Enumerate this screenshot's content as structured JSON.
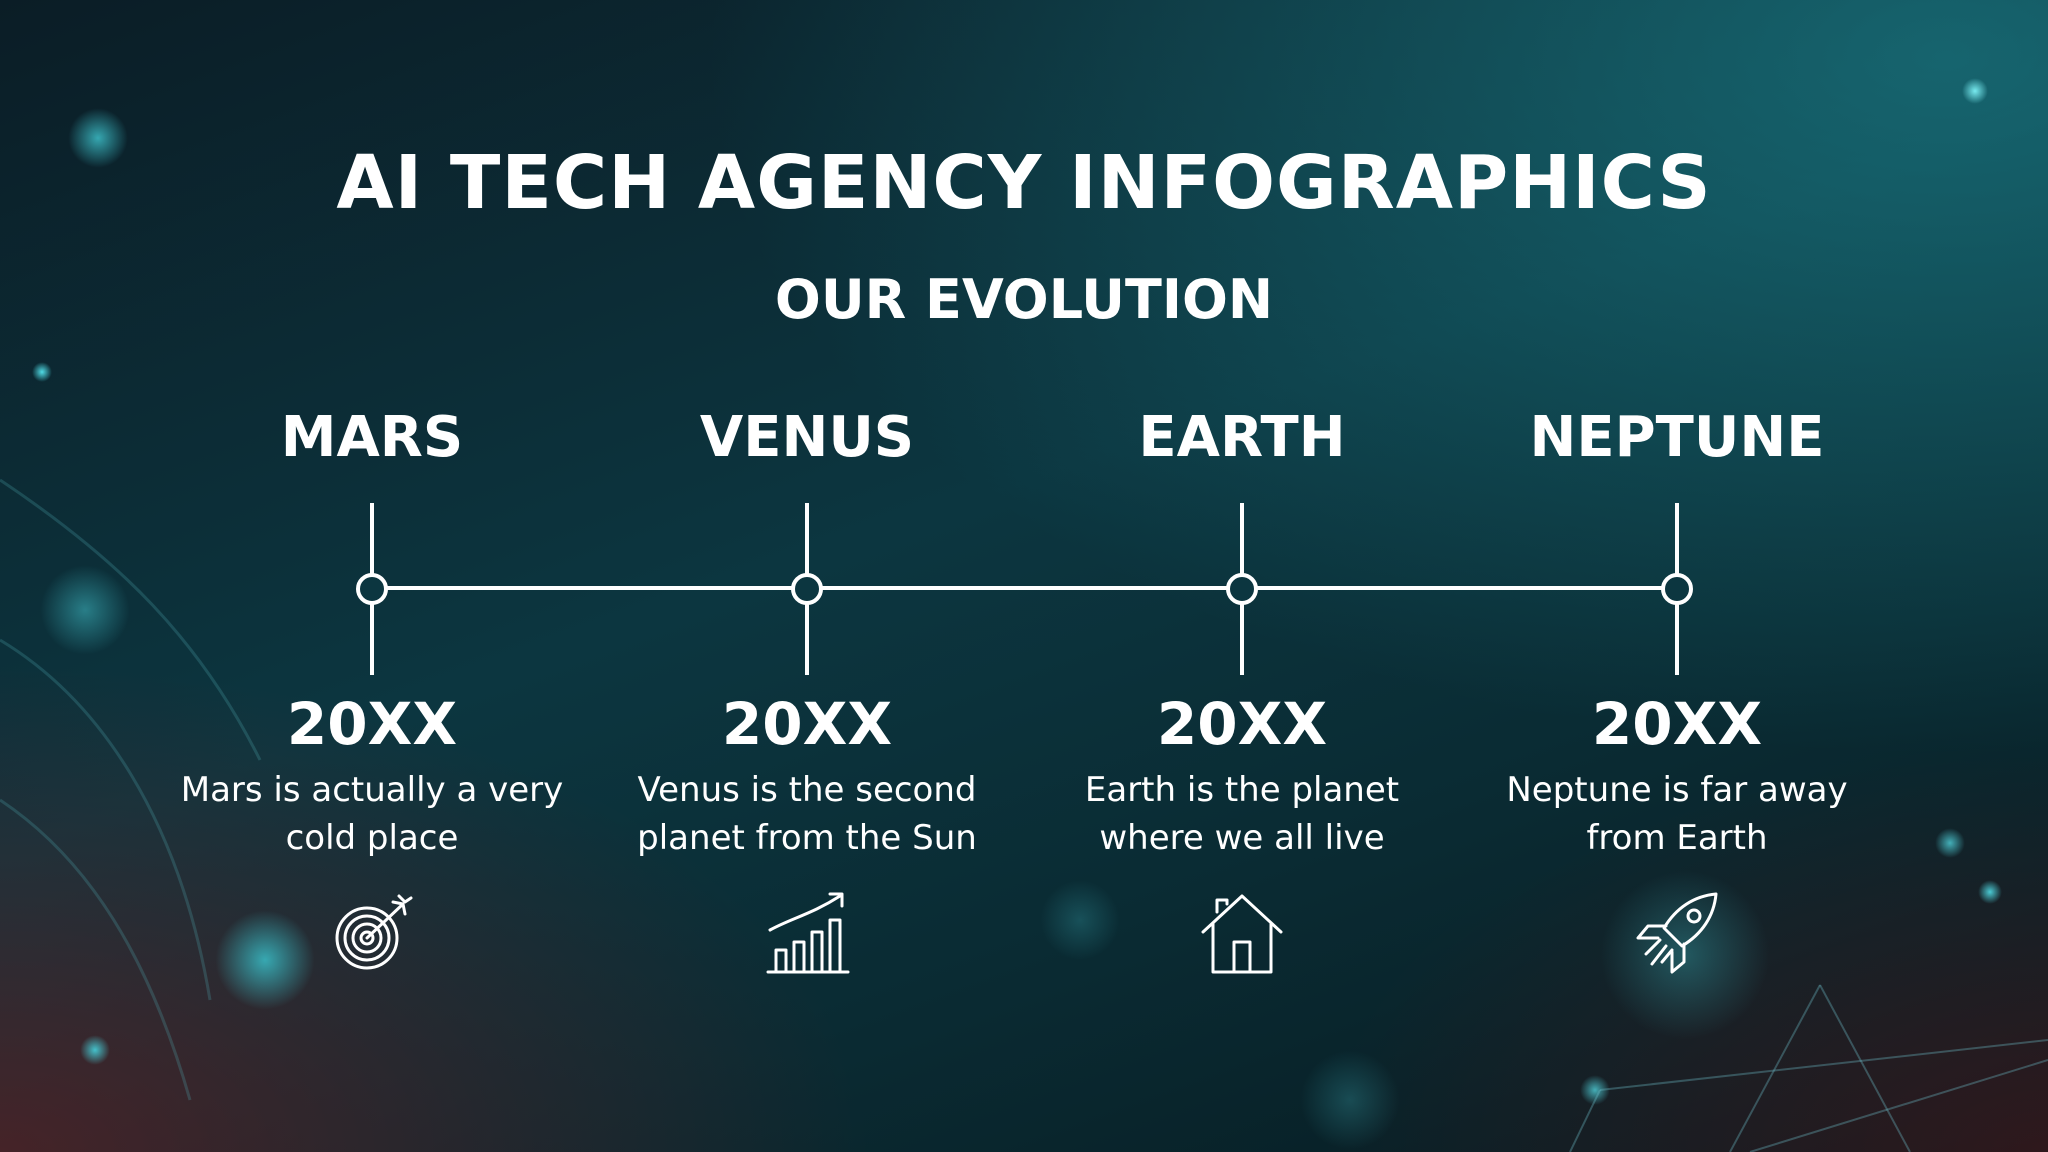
{
  "title": "AI TECH AGENCY INFOGRAPHICS",
  "subtitle": "OUR EVOLUTION",
  "milestones": [
    {
      "planet": "MARS",
      "year": "20XX",
      "desc_line1": "Mars is actually a very",
      "desc_line2": "cold place",
      "icon": "target-icon"
    },
    {
      "planet": "VENUS",
      "year": "20XX",
      "desc_line1": "Venus is the second",
      "desc_line2": "planet from the Sun",
      "icon": "growth-chart-icon"
    },
    {
      "planet": "EARTH",
      "year": "20XX",
      "desc_line1": "Earth is the planet",
      "desc_line2": "where we all live",
      "icon": "house-icon"
    },
    {
      "planet": "NEPTUNE",
      "year": "20XX",
      "desc_line1": "Neptune is far away",
      "desc_line2": "from Earth",
      "icon": "rocket-icon"
    }
  ],
  "colors": {
    "background": "#0c3640",
    "accent": "#3fd0d8",
    "text": "#ffffff"
  }
}
